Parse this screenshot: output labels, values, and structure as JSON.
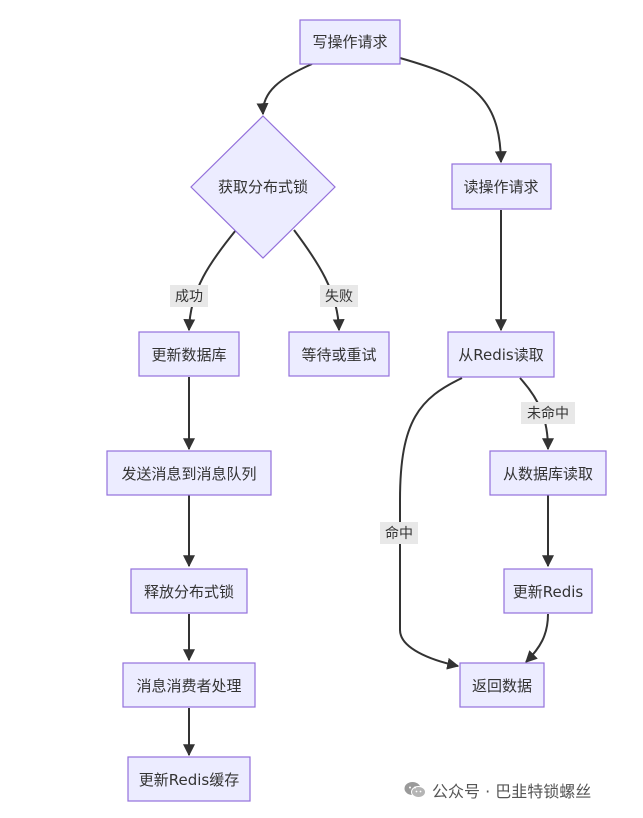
{
  "nodes": {
    "write_request": "写操作请求",
    "acquire_lock": "获取分布式锁",
    "read_request": "读操作请求",
    "update_db": "更新数据库",
    "wait_retry": "等待或重试",
    "read_redis": "从Redis读取",
    "send_message": "发送消息到消息队列",
    "read_db": "从数据库读取",
    "release_lock": "释放分布式锁",
    "update_redis": "更新Redis",
    "consumer_process": "消息消费者处理",
    "return_data": "返回数据",
    "update_redis_cache": "更新Redis缓存"
  },
  "edge_labels": {
    "success": "成功",
    "fail": "失败",
    "miss": "未命中",
    "hit": "命中"
  },
  "watermark": {
    "text": "公众号 · 巴韭特锁螺丝",
    "icon": "wechat-icon"
  }
}
